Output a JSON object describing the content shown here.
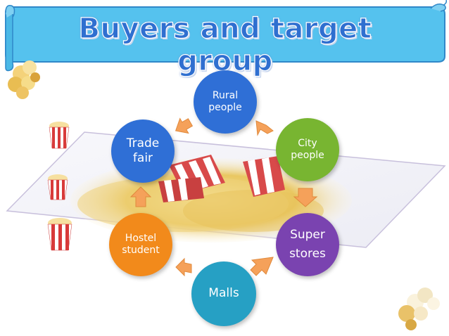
{
  "title": "Buyers and target group",
  "nodes": [
    {
      "id": "rural-people",
      "lines": [
        "Rural",
        "people"
      ],
      "color": "#2f6fd6"
    },
    {
      "id": "city-people",
      "lines": [
        "City",
        "people"
      ],
      "color": "#78b531"
    },
    {
      "id": "super-stores",
      "lines": [
        "Super",
        "stores"
      ],
      "color": "#7a43b0"
    },
    {
      "id": "malls",
      "lines": [
        "Malls"
      ],
      "color": "#26a0c4"
    },
    {
      "id": "hostel-student",
      "lines": [
        "Hostel",
        "student"
      ],
      "color": "#f28a1b"
    },
    {
      "id": "trade-fair",
      "lines": [
        "Trade",
        "fair"
      ],
      "color": "#2f6fd6"
    }
  ],
  "colors": {
    "banner": "#55c2ee",
    "banner_border": "#2f88c9",
    "arrow": "#f5a15a",
    "title": "#2f6fd0"
  }
}
